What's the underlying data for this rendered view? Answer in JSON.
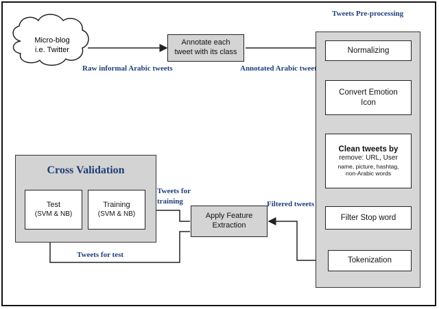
{
  "preprocessing": {
    "title": "Tweets Pre-processing",
    "steps": {
      "normalizing": "Normalizing",
      "convert_emotion": [
        "Convert Emotion",
        "Icon"
      ],
      "clean_tweets": [
        "Clean tweets by",
        "remove: URL, User",
        "name, picture, hashtag,",
        "non-Arabic words"
      ],
      "filter_stop": "Filter Stop word",
      "tokenization": "Tokenization"
    }
  },
  "source": {
    "lines": [
      "Micro-blog",
      "i.e. Twitter"
    ]
  },
  "annotate": {
    "lines": [
      "Annotate each",
      "tweet with its class"
    ]
  },
  "feature": {
    "lines": [
      "Apply Feature",
      "Extraction"
    ]
  },
  "cross_validation": {
    "title": "Cross Validation",
    "test": [
      "Test",
      "(SVM & NB)"
    ],
    "training": [
      "Training",
      "(SVM & NB)"
    ]
  },
  "edge_labels": {
    "raw": "Raw informal Arabic tweets",
    "annotated": "Annotated Arabic tweets",
    "filtered": "Filtered  tweets",
    "for_training": [
      "Tweets for",
      "training"
    ],
    "for_test": "Tweets for test"
  }
}
